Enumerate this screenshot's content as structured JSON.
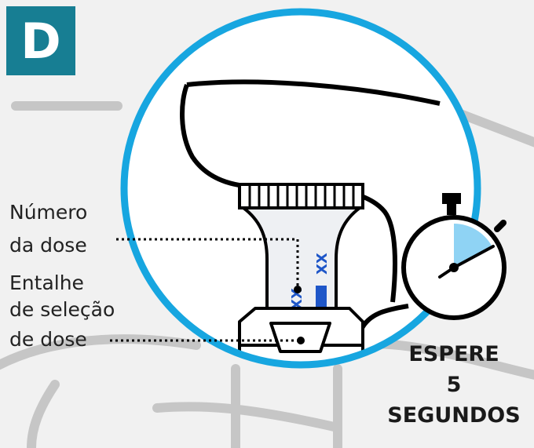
{
  "step_badge": "D",
  "labels": {
    "dose_number": [
      "Número",
      "da dose"
    ],
    "selection_notch": [
      "Entalhe",
      "de seleção",
      "de dose"
    ]
  },
  "dial_marks": {
    "left": "XX",
    "right": "XX"
  },
  "wait_instruction": [
    "ESPERE",
    "5",
    "SEGUNDOS"
  ],
  "colors": {
    "badge": "#177e93",
    "magnifier_ring": "#17a6e0",
    "dial_ink": "#1e56c8",
    "timer_fill": "#8fd3f4"
  },
  "icons": [
    "stopwatch-icon",
    "magnifier-circle"
  ]
}
